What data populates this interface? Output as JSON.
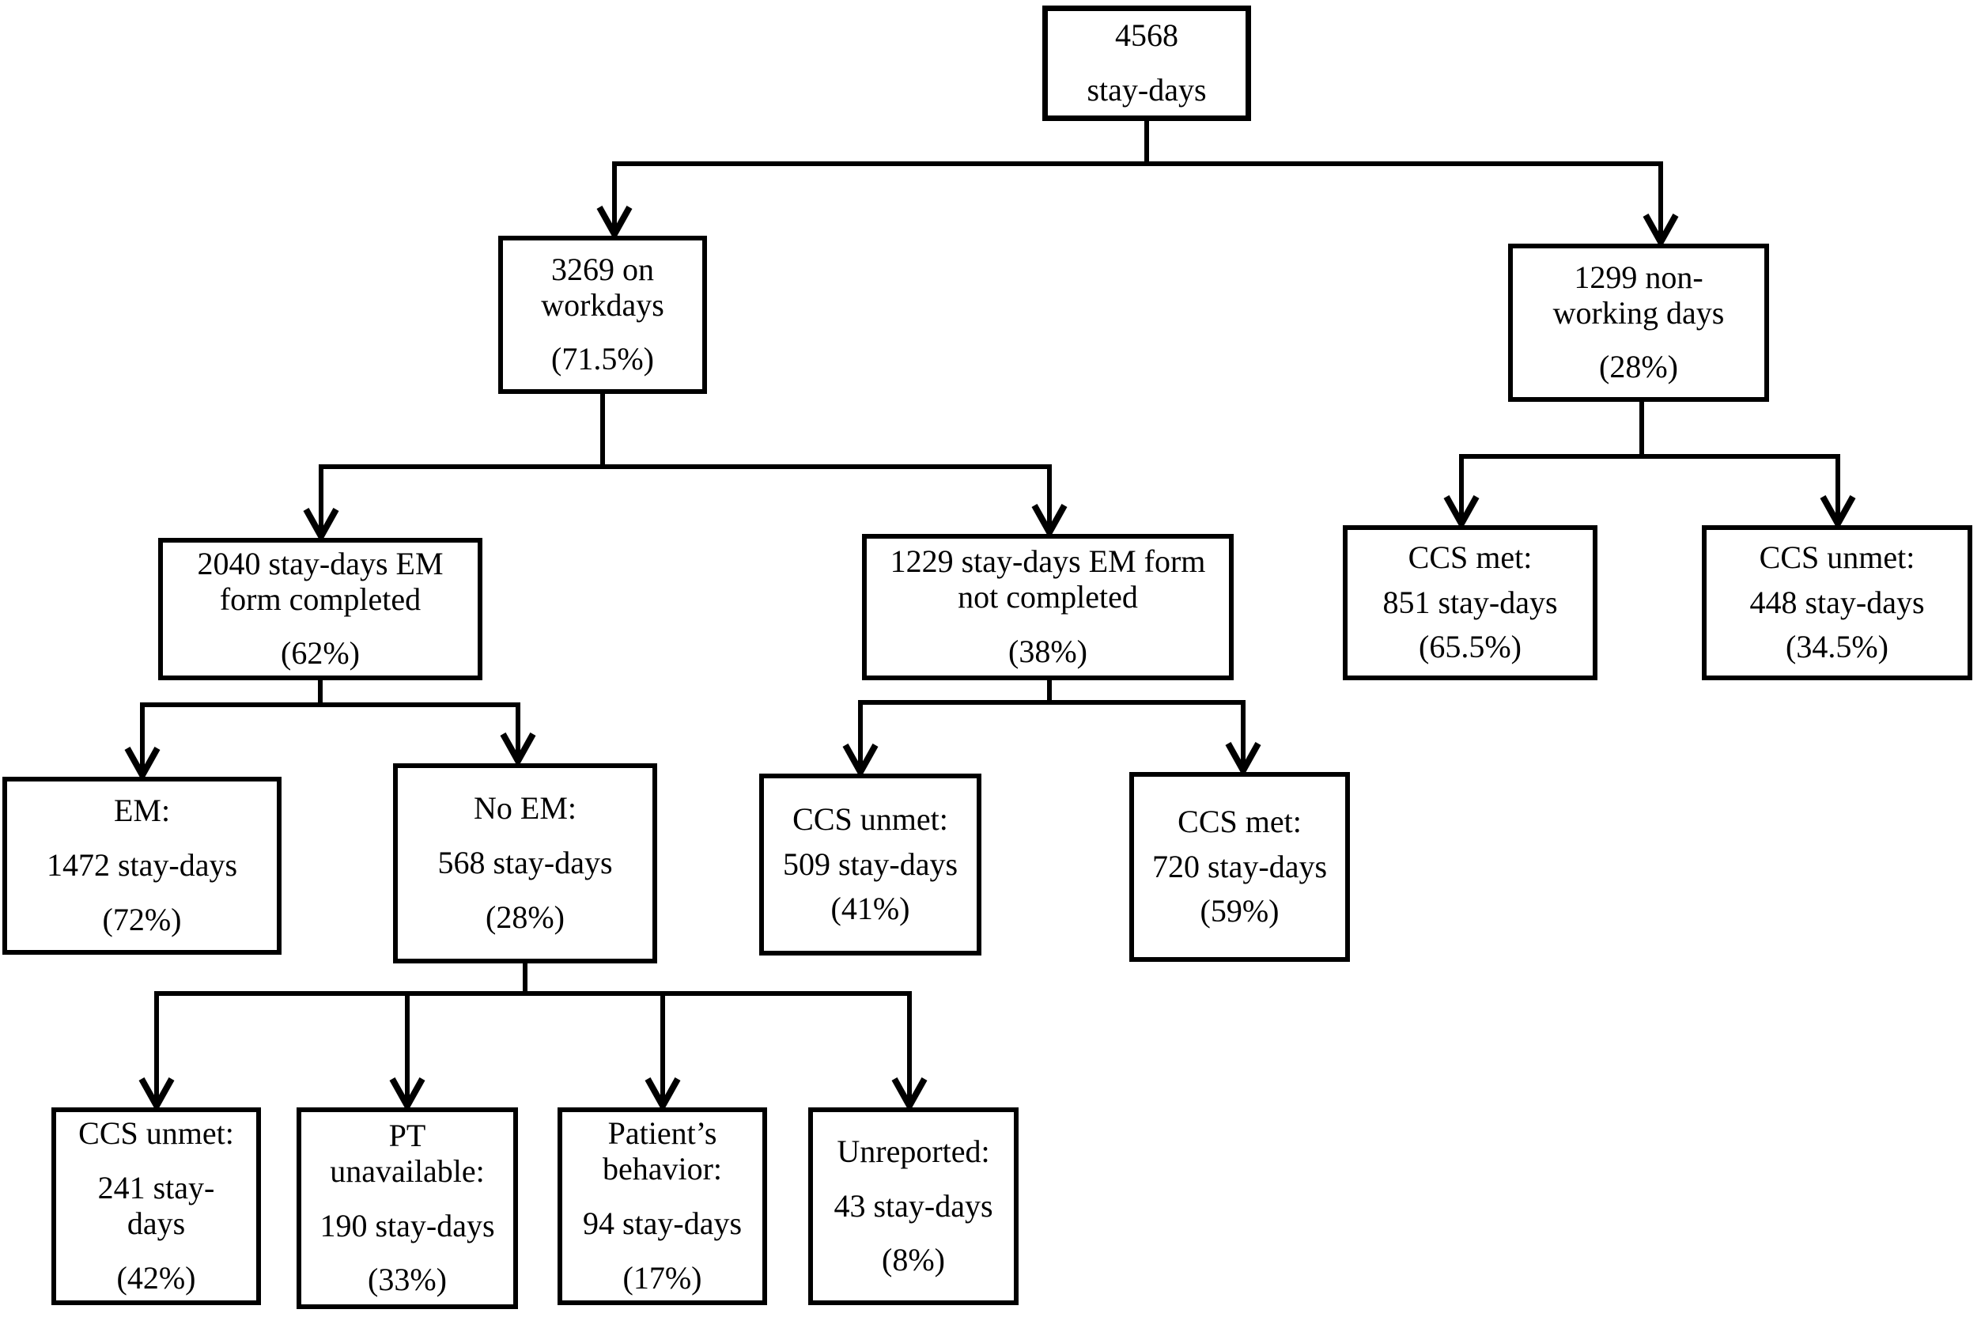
{
  "figure": {
    "type": "flowchart",
    "colors": {
      "line": "#000000",
      "text": "#000000",
      "background": "#ffffff"
    }
  },
  "nodes": {
    "root": {
      "lines": [
        "4568",
        "stay-days"
      ]
    },
    "workdays": {
      "lines": [
        "3269 on",
        "workdays",
        "(71.5%)"
      ]
    },
    "nonworking": {
      "lines": [
        "1299 non-",
        "working days",
        "(28%)"
      ]
    },
    "em_completed": {
      "lines": [
        "2040 stay-days EM",
        "form completed",
        "(62%)"
      ]
    },
    "em_not_completed": {
      "lines": [
        "1229 stay-days EM form",
        "not completed",
        "(38%)"
      ]
    },
    "ccs_met_851": {
      "lines": [
        "CCS met:",
        "851 stay-days",
        "(65.5%)"
      ]
    },
    "ccs_unmet_448": {
      "lines": [
        "CCS unmet:",
        "448 stay-days",
        "(34.5%)"
      ]
    },
    "em_1472": {
      "lines": [
        "EM:",
        "1472 stay-days",
        "(72%)"
      ]
    },
    "no_em_568": {
      "lines": [
        "No EM:",
        "568 stay-days",
        "(28%)"
      ]
    },
    "ccs_unmet_509": {
      "lines": [
        "CCS unmet:",
        "509 stay-days",
        "(41%)"
      ]
    },
    "ccs_met_720": {
      "lines": [
        "CCS met:",
        "720 stay-days",
        "(59%)"
      ]
    },
    "ccs_unmet_241": {
      "lines": [
        "CCS unmet:",
        "241 stay-",
        "days",
        "(42%)"
      ]
    },
    "pt_unavailable": {
      "lines": [
        "PT",
        "unavailable:",
        "190 stay-days",
        "(33%)"
      ]
    },
    "patient_behavior": {
      "lines": [
        "Patient’s",
        "behavior:",
        "94 stay-days",
        "(17%)"
      ]
    },
    "unreported": {
      "lines": [
        "Unreported:",
        "43 stay-days",
        "(8%)"
      ]
    }
  },
  "edges": [
    {
      "from": "root",
      "to": [
        "workdays",
        "nonworking"
      ]
    },
    {
      "from": "workdays",
      "to": [
        "em_completed",
        "em_not_completed"
      ]
    },
    {
      "from": "nonworking",
      "to": [
        "ccs_met_851",
        "ccs_unmet_448"
      ]
    },
    {
      "from": "em_completed",
      "to": [
        "em_1472",
        "no_em_568"
      ]
    },
    {
      "from": "em_not_completed",
      "to": [
        "ccs_unmet_509",
        "ccs_met_720"
      ]
    },
    {
      "from": "no_em_568",
      "to": [
        "ccs_unmet_241",
        "pt_unavailable",
        "patient_behavior",
        "unreported"
      ]
    }
  ]
}
